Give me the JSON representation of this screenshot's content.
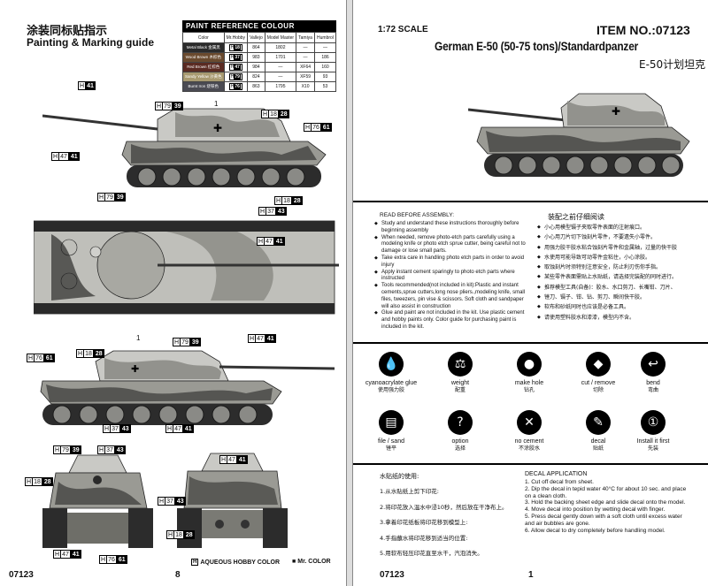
{
  "left": {
    "title_cn": "涂装同标贴指示",
    "title_en": "Painting & Marking guide",
    "paint_table": {
      "caption": "PAINT REFERENCE COLOUR",
      "headers": [
        "Color",
        "Mr.Hobby",
        "Vallejo",
        "Model Master",
        "Tamiya",
        "Humbrol"
      ],
      "rows": [
        {
          "name": "Metal Black 金属黑",
          "swatch": "#2b2b2b",
          "letter": "H",
          "code": "18",
          "vallejo": "864",
          "model_master": "1802",
          "tamiya": "—",
          "humbrol": "—"
        },
        {
          "name": "Wood Brown 木棕色",
          "swatch": "#6a4a2e",
          "letter": "H",
          "code": "37",
          "vallejo": "983",
          "model_master": "1701",
          "tamiya": "—",
          "humbrol": "186"
        },
        {
          "name": "Red Brown 红棕色",
          "swatch": "#5a2a22",
          "letter": "H",
          "code": "47",
          "vallejo": "984",
          "model_master": "—",
          "tamiya": "XF64",
          "humbrol": "160"
        },
        {
          "name": "Sandy Yellow 沙黄色",
          "swatch": "#a89a70",
          "letter": "H",
          "code": "79",
          "vallejo": "824",
          "model_master": "—",
          "tamiya": "XF59",
          "humbrol": "93"
        },
        {
          "name": "Burnt Iron 烧铁色",
          "swatch": "#4a4a52",
          "letter": "H",
          "code": "76",
          "vallejo": "863",
          "model_master": "1795",
          "tamiya": "X10",
          "humbrol": "53"
        }
      ]
    },
    "codes": {
      "h41": {
        "letter": "H",
        "num": "41"
      },
      "h79": {
        "letter": "H",
        "num": "79",
        "mark": "39"
      },
      "h18": {
        "letter": "H",
        "num": "18",
        "mark": "28"
      },
      "h76": {
        "letter": "H",
        "num": "76",
        "mark": "61"
      },
      "h47": {
        "letter": "H",
        "num": "47",
        "mark": "41"
      },
      "h37": {
        "letter": "H",
        "num": "37",
        "mark": "43"
      }
    },
    "marker_one": "1",
    "footer_code": "07123",
    "page_num": "8",
    "legend_h_box": "H",
    "legend_h_text": "AQUEOUS HOBBY COLOR",
    "legend_m_box": "■",
    "legend_m_text": "Mr. COLOR"
  },
  "right": {
    "scale": "1:72 SCALE",
    "item_no": "ITEM NO.:07123",
    "product_en": "German E-50 (50-75 tons)/Standardpanzer",
    "product_cn": "E-50计划坦克",
    "read_before_en": "READ BEFORE ASSEMBLY:",
    "read_items_en": [
      "Study and understand these instructions thoroughly before beginning assembly",
      "When needed, remove photo-etch parts carefully using a modeling knife or photo etch sprue cutter, being careful not to damage or lose small parts.",
      "Take extra care in handling photo etch parts in order to avoid injury",
      "Apply instant cement sparingly to photo etch parts where instructed",
      "Tools recommended(not included in kit):Plastic and instant cements,sprue cutters,long nose pliers.,modeling knife, small files, tweezers, pin vise & scissors. Soft cloth and sandpaper will also assist in construction",
      "Glue and paint are not included in the kit. Use plastic cement and hobby paints only. Color guide for purchasing paint is included in the kit."
    ],
    "read_before_cn": "装配之前仔细阅读",
    "read_items_cn": [
      "小心用模型镊子夹取零件表面的注射痕口。",
      "小心用刀片切下蚀刻片零件，不要遗失小零件。",
      "用强力胶干胶水粘合蚀刻片零件和金属轴，过量的快干胶",
      "水使用可能导致可动零件金粘住，小心涂胶。",
      "取蚀刻片时须特别注意安全，防止利刃伤你手指。",
      "某些零件表面需贴上水贴纸，请选择完装配的同时进行。",
      "推荐模型工具(自备)：胶水、水口剪刀、长嘴钳、刀片、",
      "锉刀、镊子、钳、钻、剪刀、瞬间快干胶。",
      "软布和砂纸同时也应该是必备工具。",
      "请使用塑料胶水和漆漆，模型内不含。"
    ],
    "icons": [
      {
        "label": "cyanoacrylate glue",
        "cn": "使用强力胶",
        "glyph": "💧"
      },
      {
        "label": "weight",
        "cn": "配重",
        "glyph": "⚖"
      },
      {
        "label": "make hole",
        "cn": "钻孔",
        "glyph": "●"
      },
      {
        "label": "cut / remove",
        "cn": "切除",
        "glyph": "◆"
      },
      {
        "label": "bend",
        "cn": "弯曲",
        "glyph": "↩"
      },
      {
        "label": "file / sand",
        "cn": "锉平",
        "glyph": "▤"
      },
      {
        "label": "option",
        "cn": "选择",
        "glyph": "?"
      },
      {
        "label": "no cement",
        "cn": "不涂胶水",
        "glyph": "✕"
      },
      {
        "label": "decal",
        "cn": "贴纸",
        "glyph": "✎"
      },
      {
        "label": "Install it first",
        "cn": "先装",
        "glyph": "①"
      }
    ],
    "decal_cn_title": "水贴纸的使用:",
    "decal_cn_steps": [
      "1.从水贴纸上剪下印花:",
      "2.将印花放入温水中浸10秒，然后放在干净布上。",
      "3.拿着印花纸板将印花移到模型上:",
      "4.手指蘸水将印花移到适当的位置:",
      "5.用软布轻压印花直至水干，汽泡消失。"
    ],
    "decal_en_title": "DECAL APPLICATION",
    "decal_en_steps": [
      "1. Cut off decal from sheet.",
      "2. Dip the decal in tepid water 40°C for about 10 sec. and place on a clean cloth.",
      "3. Hold the backing sheet edge and slide decal onto the model.",
      "4. Move decal into position by wetting decal with finger.",
      "5. Press decal gently down with a soft cloth until excess water and air bubbles are gone.",
      "6. Allow decal to dry completely before handling model."
    ],
    "footer_code": "07123",
    "page_num": "1"
  },
  "colors": {
    "camo_light": "#d8d8d4",
    "camo_mid": "#8e8e88",
    "camo_dark": "#3e3e3c",
    "ink": "#111111"
  }
}
